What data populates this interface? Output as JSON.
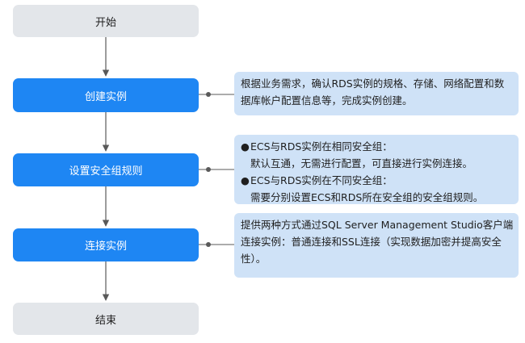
{
  "nodes": {
    "start": "开始",
    "create": "创建实例",
    "security": "设置安全组规则",
    "connect": "连接实例",
    "end": "结束"
  },
  "notes": {
    "create": "根据业务需求，确认RDS实例的规格、存储、网络配置和数据库帐户配置信息等，完成实例创建。",
    "security": {
      "bullet": "●",
      "item1_title": "ECS与RDS实例在相同安全组：",
      "item1_desc": "默认互通，无需进行配置，可直接进行实例连接。",
      "item2_title": "ECS与RDS实例在不同安全组：",
      "item2_desc": "需要分别设置ECS和RDS所在安全组的安全组规则。"
    },
    "connect": "提供两种方式通过SQL Server Management Studio客户端连接实例：普通连接和SSL连接（实现数据加密并提高安全性）。"
  },
  "colors": {
    "step": "#1e86f3",
    "terminal": "#e3e6ea",
    "note": "#cfe2f7",
    "connector": "#595959"
  }
}
